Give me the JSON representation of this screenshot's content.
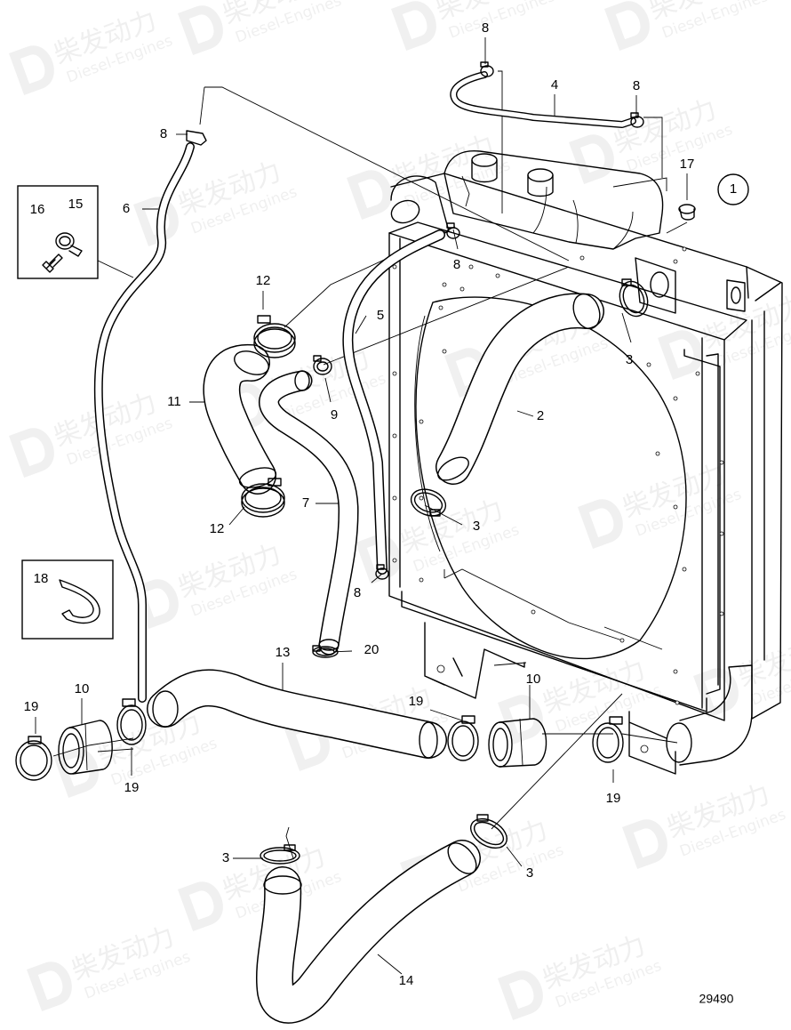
{
  "watermark": {
    "brand_cn": "柴发动力",
    "brand_en": "Diesel-Engines"
  },
  "drawing_number": "29490",
  "assembly_callout": "1",
  "part_labels": [
    {
      "id": "p8a",
      "text": "8"
    },
    {
      "id": "p4",
      "text": "4"
    },
    {
      "id": "p8b",
      "text": "8"
    },
    {
      "id": "p17",
      "text": "17"
    },
    {
      "id": "p1",
      "text": "1"
    },
    {
      "id": "p8c",
      "text": "8"
    },
    {
      "id": "p6",
      "text": "6"
    },
    {
      "id": "p16",
      "text": "16"
    },
    {
      "id": "p15",
      "text": "15"
    },
    {
      "id": "p8d",
      "text": "8"
    },
    {
      "id": "p12a",
      "text": "12"
    },
    {
      "id": "p5",
      "text": "5"
    },
    {
      "id": "p3a",
      "text": "3"
    },
    {
      "id": "p11",
      "text": "11"
    },
    {
      "id": "p9",
      "text": "9"
    },
    {
      "id": "p2",
      "text": "2"
    },
    {
      "id": "p12b",
      "text": "12"
    },
    {
      "id": "p7",
      "text": "7"
    },
    {
      "id": "p3b",
      "text": "3"
    },
    {
      "id": "p18",
      "text": "18"
    },
    {
      "id": "p8e",
      "text": "8"
    },
    {
      "id": "p13",
      "text": "13"
    },
    {
      "id": "p20",
      "text": "20"
    },
    {
      "id": "p19a",
      "text": "19"
    },
    {
      "id": "p10a",
      "text": "10"
    },
    {
      "id": "p19b",
      "text": "19"
    },
    {
      "id": "p19c",
      "text": "19"
    },
    {
      "id": "p10b",
      "text": "10"
    },
    {
      "id": "p19d",
      "text": "19"
    },
    {
      "id": "p3c",
      "text": "3"
    },
    {
      "id": "p3d",
      "text": "3"
    },
    {
      "id": "p14",
      "text": "14"
    }
  ]
}
